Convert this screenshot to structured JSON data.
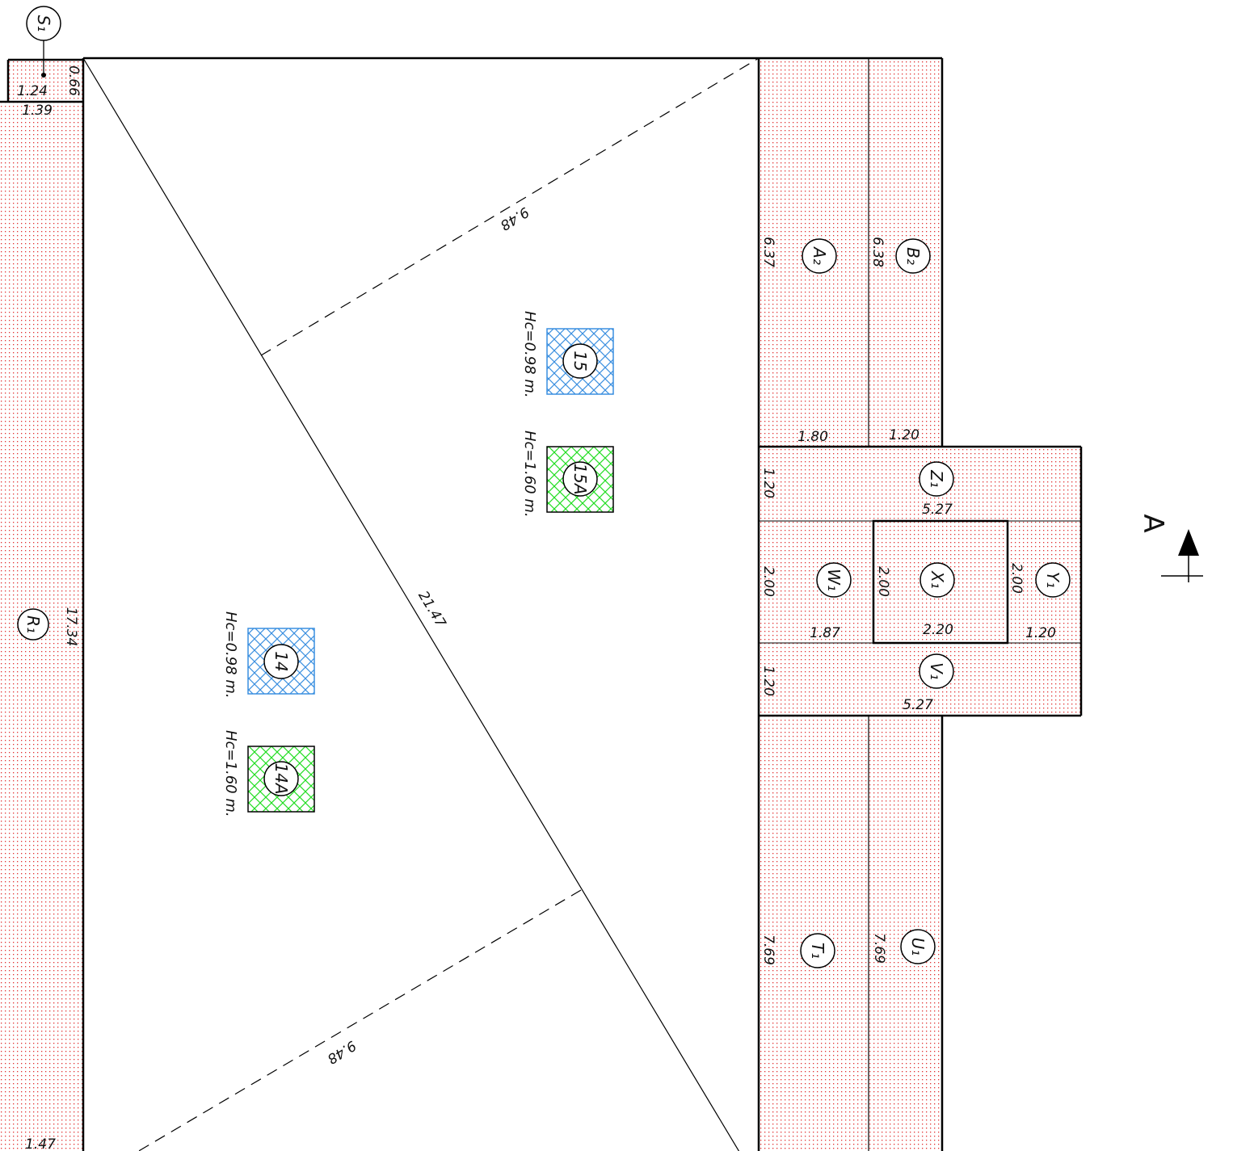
{
  "zones": {
    "S1": "S₁",
    "R1": "R₁",
    "A2": "A₂",
    "B2": "B₂",
    "Z1": "Z₁",
    "W1": "W₁",
    "X1": "X₁",
    "Y1": "Y₁",
    "V1": "V₁",
    "T1": "T₁",
    "U1": "U₁"
  },
  "dims": {
    "s1_w": "1.24",
    "s1_h": "0.66",
    "r1_top": "1.39",
    "r1_len": "17.34",
    "r1_bot": "1.47",
    "diag_top": "9.48",
    "hyp": "21.47",
    "diag_bot": "9.48",
    "a2_len": "6.37",
    "b2_len": "6.38",
    "a2_w": "1.80",
    "b2_w": "1.20",
    "z1_h": "1.20",
    "z1_w": "5.27",
    "w1_h": "2.00",
    "w1_w": "1.87",
    "x1_h": "2.00",
    "x1_w": "2.20",
    "y1_h": "2.00",
    "y1_w": "1.20",
    "v1_h": "1.20",
    "v1_w": "5.27",
    "t1_len": "7.69",
    "u1_len": "7.69"
  },
  "footings": {
    "f15": "15",
    "f15a": "15A",
    "f14": "14",
    "f14a": "14A",
    "hc15": "Hc=0.98  m.",
    "hc15a": "Hc=1.60  m.",
    "hc14": "Hc=0.98  m.",
    "hc14a": "Hc=1.60  m."
  },
  "section": {
    "label": "A"
  },
  "colors": {
    "hatch_red": "#e03030",
    "blue": "#3a8fe0",
    "green": "#22dd22",
    "line": "#000000"
  }
}
